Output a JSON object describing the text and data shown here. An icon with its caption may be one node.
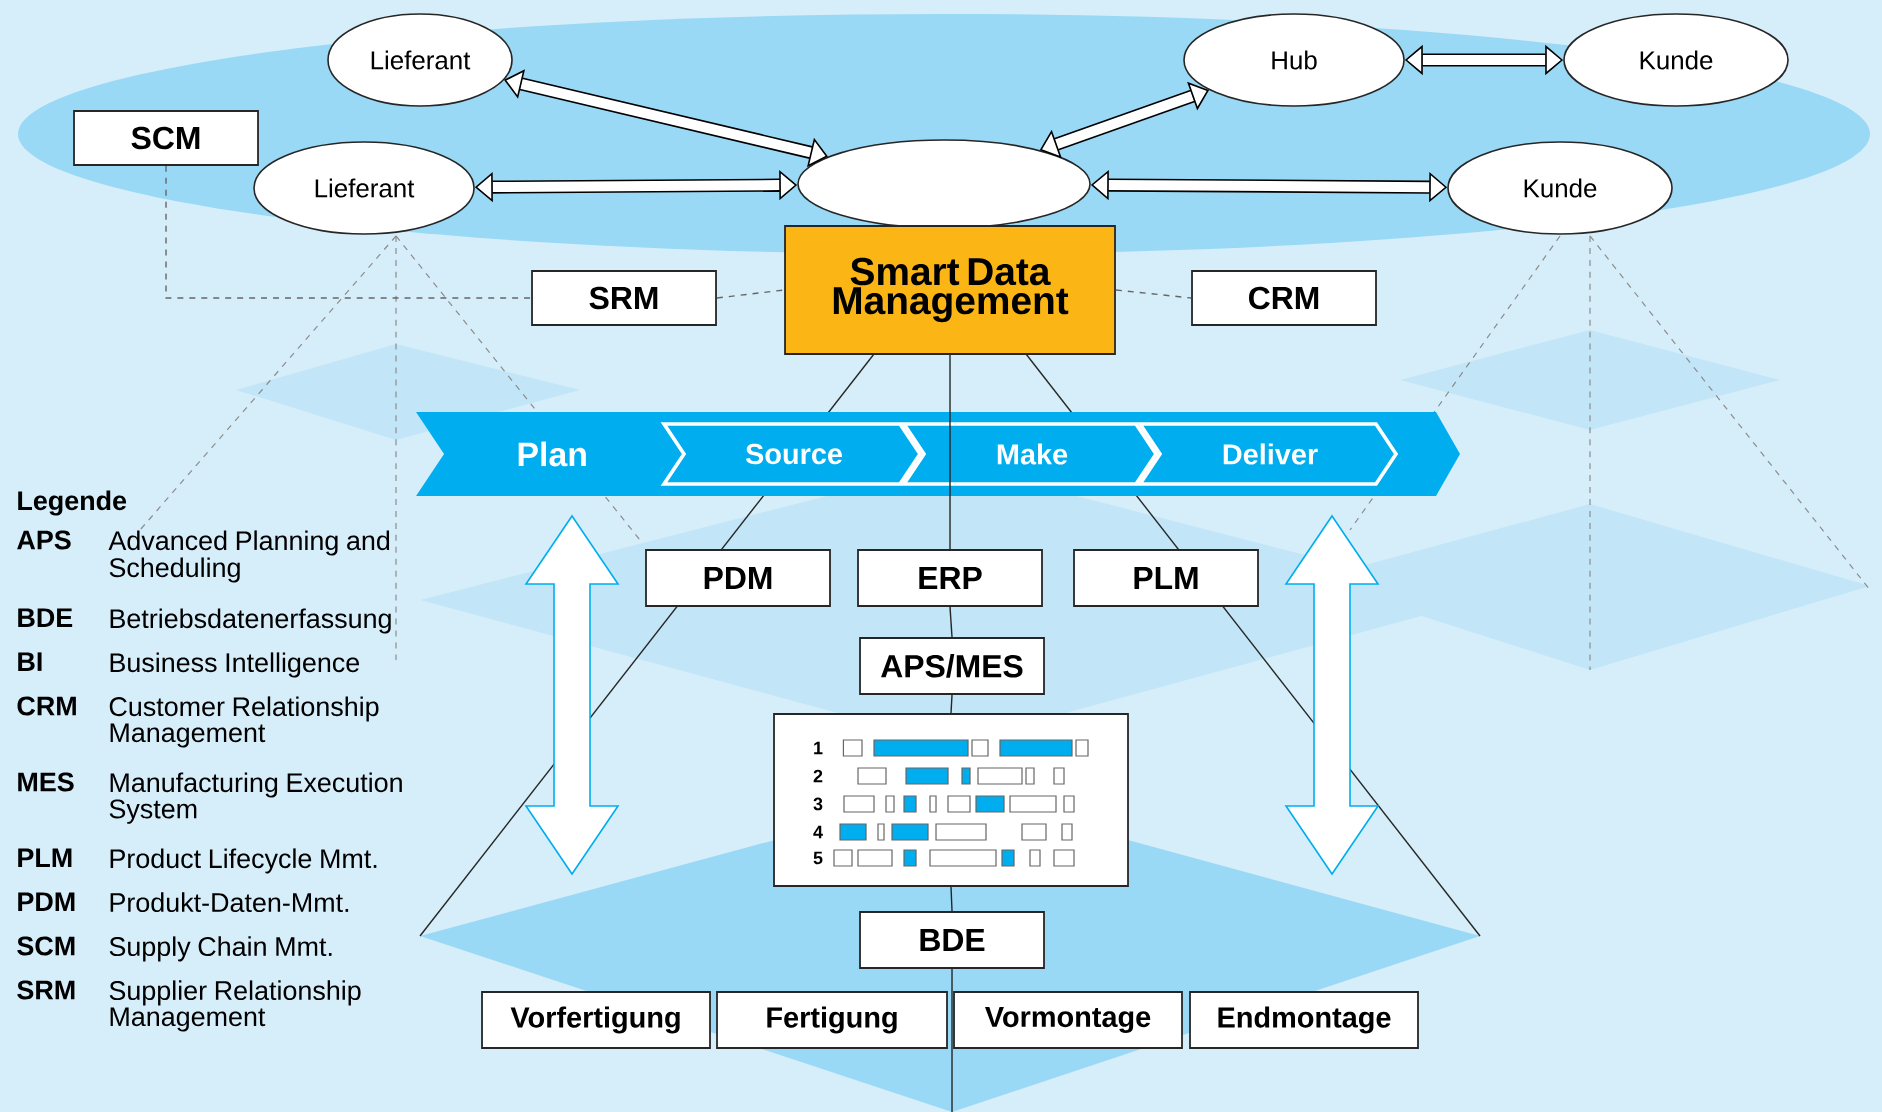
{
  "diagram": {
    "nodes": [
      {
        "text": [
          "Lieferant"
        ]
      },
      {
        "text": [
          "Lieferant"
        ]
      },
      {
        "text": [
          "Hub"
        ]
      },
      {
        "text": [
          "Kunde"
        ]
      },
      {
        "text": [
          "Kunde"
        ]
      },
      {
        "text": [],
        "shape": "ellipse"
      },
      {
        "text": [
          "SCM"
        ]
      },
      {
        "text": [
          "SRM"
        ]
      },
      {
        "text": [
          "Smart Data Management"
        ]
      },
      {
        "text": [
          "CRM"
        ]
      },
      {
        "text": [
          "Plan"
        ]
      },
      {
        "text": [
          "Source"
        ],
        "in": 10
      },
      {
        "text": [
          "Make"
        ],
        "in": 10
      },
      {
        "text": [
          "Deliver"
        ],
        "in": 10
      },
      {
        "text": [
          "PDM"
        ]
      },
      {
        "text": [
          "ERP"
        ]
      },
      {
        "text": [
          "PLM"
        ]
      },
      {
        "text": [
          "APS/MES"
        ]
      },
      {
        "text": [
          "1",
          "2",
          "3",
          "4",
          "5"
        ]
      },
      {
        "text": [
          "BDE"
        ]
      },
      {
        "text": [
          "Vorfertigung"
        ]
      },
      {
        "text": [
          "Fertigung"
        ]
      },
      {
        "text": [
          "Vormontage"
        ]
      },
      {
        "text": [
          "Endmontage"
        ]
      }
    ],
    "edges": [
      {
        "from": 0,
        "to": 5,
        "arrow": "both",
        "style": "thick"
      },
      {
        "from": 1,
        "to": 5,
        "arrow": "both",
        "style": "thick"
      },
      {
        "from": 5,
        "to": 2,
        "arrow": "both",
        "style": "thick"
      },
      {
        "from": 2,
        "to": 3,
        "arrow": "both",
        "style": "thick"
      },
      {
        "from": 5,
        "to": 4,
        "arrow": "both",
        "style": "thick"
      },
      {
        "from": 6,
        "to": 7,
        "arrow": "none",
        "style": "dashed",
        "color": "#666666"
      },
      {
        "from": 7,
        "to": 8,
        "arrow": "none",
        "style": "dashed",
        "color": "#666666"
      },
      {
        "from": 8,
        "to": 9,
        "arrow": "none",
        "style": "dashed",
        "color": "#666666"
      },
      {
        "from": 8,
        "to": 15,
        "arrow": "none"
      },
      {
        "from": 15,
        "to": 17,
        "arrow": "none"
      },
      {
        "from": 17,
        "to": 18,
        "arrow": "none"
      },
      {
        "from": 18,
        "to": 19,
        "arrow": "none"
      },
      {
        "from": 19,
        "to": null,
        "arrow": "none"
      }
    ],
    "labels": [
      "Legende",
      "APS",
      "Advanced Planning and Scheduling",
      "BDE",
      "Betriebsdatenerfassung",
      "BI",
      "Business Intelligence",
      "CRM",
      "Customer Relationship Management",
      "MES",
      "Manufacturing Execution System",
      "PLM",
      "Product Lifecycle Mmt.",
      "PDM",
      "Produkt-Daten-Mmt.",
      "SCM",
      "Supply Chain Mmt.",
      "SRM",
      "Supplier Relationship Management"
    ]
  }
}
